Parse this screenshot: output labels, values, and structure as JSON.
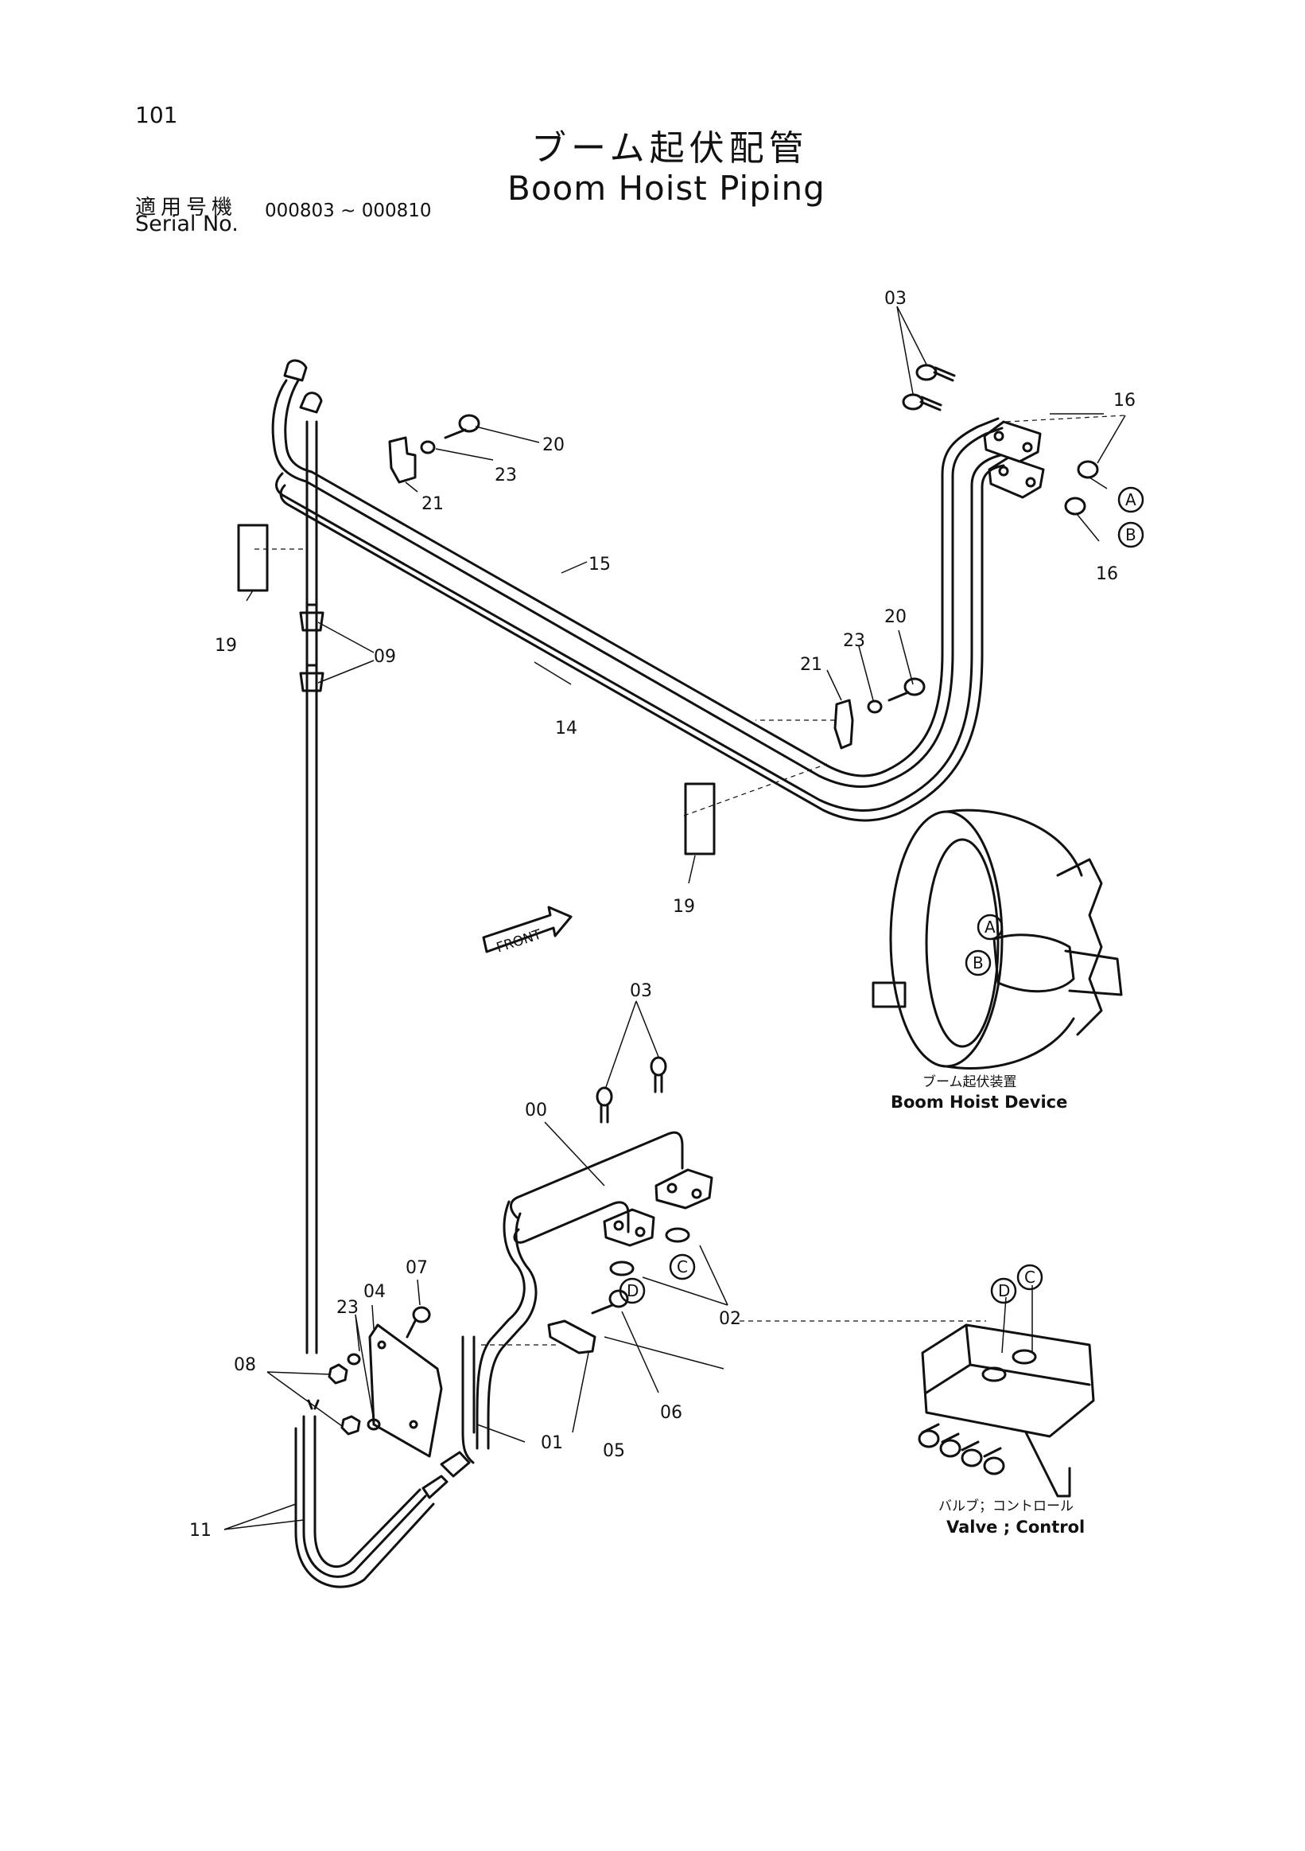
{
  "header": {
    "page_number": "101",
    "title_jp": "ブーム起伏配管",
    "title_en": "Boom Hoist Piping",
    "serial_label_jp": "適用号機",
    "serial_label_en": "Serial No.",
    "serial_range": "000803 ~ 000810"
  },
  "callouts": {
    "p00": "00",
    "p01": "01",
    "p02": "02",
    "p03_top": "03",
    "p03_bottom": "03",
    "p04": "04",
    "p05": "05",
    "p06": "06",
    "p07": "07",
    "p08": "08",
    "p09": "09",
    "p11": "11",
    "p14": "14",
    "p15": "15",
    "p16_top": "16",
    "p16_bottom": "16",
    "p19_left": "19",
    "p19_right": "19",
    "p20_top": "20",
    "p20_mid": "20",
    "p21_top": "21",
    "p21_mid": "21",
    "p23_top": "23",
    "p23_mid": "23",
    "p23_low": "23"
  },
  "ports": {
    "a_pipe": "A",
    "b_pipe": "B",
    "a_device": "A",
    "b_device": "B",
    "c_pipe": "C",
    "d_pipe": "D",
    "c_valve": "C",
    "d_valve": "D"
  },
  "front_label": "FRONT",
  "devices": {
    "hoist_jp": "ブーム起伏装置",
    "hoist_en": "Boom Hoist Device",
    "valve_jp": "バルブ；コントロール",
    "valve_en": "Valve ; Control"
  }
}
